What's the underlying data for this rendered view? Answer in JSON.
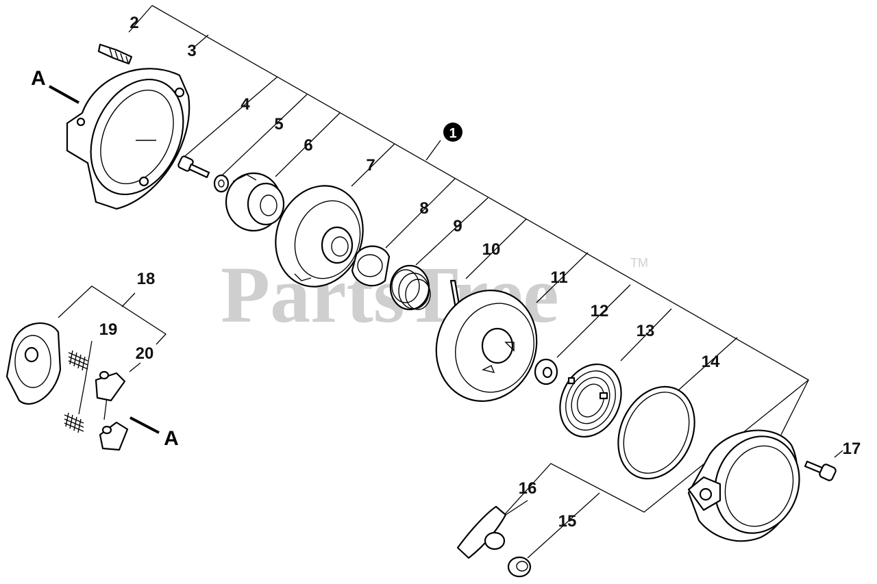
{
  "watermark": {
    "brand": "PartsTree",
    "trademark": "TM"
  },
  "assembly_marker": "1",
  "callouts": {
    "c2": "2",
    "c3": "3",
    "c4": "4",
    "c5": "5",
    "c6": "6",
    "c7": "7",
    "c8": "8",
    "c9": "9",
    "c10": "10",
    "c11": "11",
    "c12": "12",
    "c13": "13",
    "c14": "14",
    "c15": "15",
    "c16": "16",
    "c17": "17",
    "c18": "18",
    "c19": "19",
    "c20": "20"
  },
  "reference_labels": {
    "a_top": "A",
    "a_bottom": "A"
  }
}
